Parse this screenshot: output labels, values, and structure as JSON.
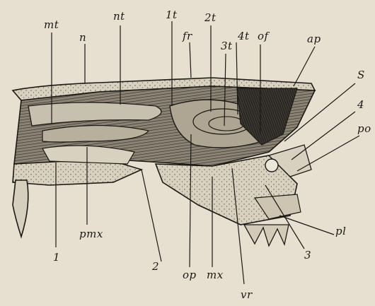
{
  "figure": {
    "background": "#e7e0d0",
    "ink": "#1b1915",
    "labels": {
      "mt": "mt",
      "n": "n",
      "nt": "nt",
      "t1": "1t",
      "fr": "fr",
      "t2": "2t",
      "t3": "3t",
      "t4": "4t",
      "of": "of",
      "ap": "ap",
      "s": "S",
      "four": "4",
      "po": "po",
      "one": "1",
      "pmx": "pmx",
      "two": "2",
      "op": "op",
      "mx": "mx",
      "vr": "vr",
      "three": "3",
      "pl": "pl"
    }
  }
}
